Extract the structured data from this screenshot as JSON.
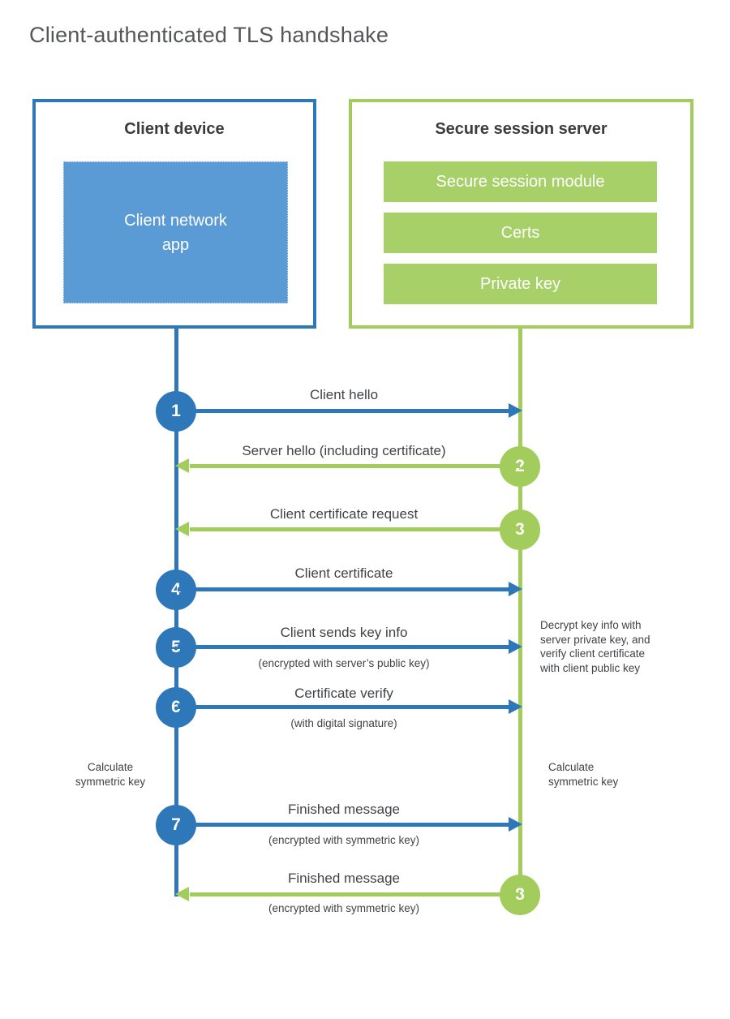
{
  "title": "Client-authenticated TLS handshake",
  "colors": {
    "blue": "#2e77b8",
    "light_blue_fill": "#5b9bd5",
    "green": "#a2cc5c",
    "green_fill": "#a8d069",
    "heading_text": "#3a3c3e",
    "label_text": "#404245",
    "title_text": "#54565a"
  },
  "client": {
    "title": "Client device",
    "app": "Client network\napp"
  },
  "server": {
    "title": "Secure session server",
    "modules": [
      "Secure session module",
      "Certs",
      "Private key"
    ]
  },
  "steps": [
    {
      "num": "1",
      "label": "Client hello",
      "direction": "client-to-server",
      "color": "blue"
    },
    {
      "num": "2",
      "label": "Server hello (including certificate)",
      "direction": "server-to-client",
      "color": "green"
    },
    {
      "num": "3",
      "label": "Client certificate request",
      "direction": "server-to-client",
      "color": "green"
    },
    {
      "num": "4",
      "label": "Client certificate",
      "direction": "client-to-server",
      "color": "blue"
    },
    {
      "num": "5",
      "label": "Client sends key info",
      "sublabel": "(encrypted with server’s public key)",
      "direction": "client-to-server",
      "color": "blue"
    },
    {
      "num": "6",
      "label": "Certificate verify",
      "sublabel": "(with digital signature)",
      "direction": "client-to-server",
      "color": "blue"
    },
    {
      "num": "7",
      "label": "Finished message",
      "sublabel": "(encrypted with symmetric key)",
      "direction": "client-to-server",
      "color": "blue"
    },
    {
      "num": "8",
      "label": "Finished message",
      "sublabel": "(encrypted with symmetric key)",
      "direction": "server-to-client",
      "color": "green"
    }
  ],
  "annotations": {
    "server_note": "Decrypt key info with\nserver private key, and\nverify client certificate\nwith client public key",
    "client_calc": "Calculate\nsymmetric key",
    "server_calc": "Calculate\nsymmetric key"
  }
}
